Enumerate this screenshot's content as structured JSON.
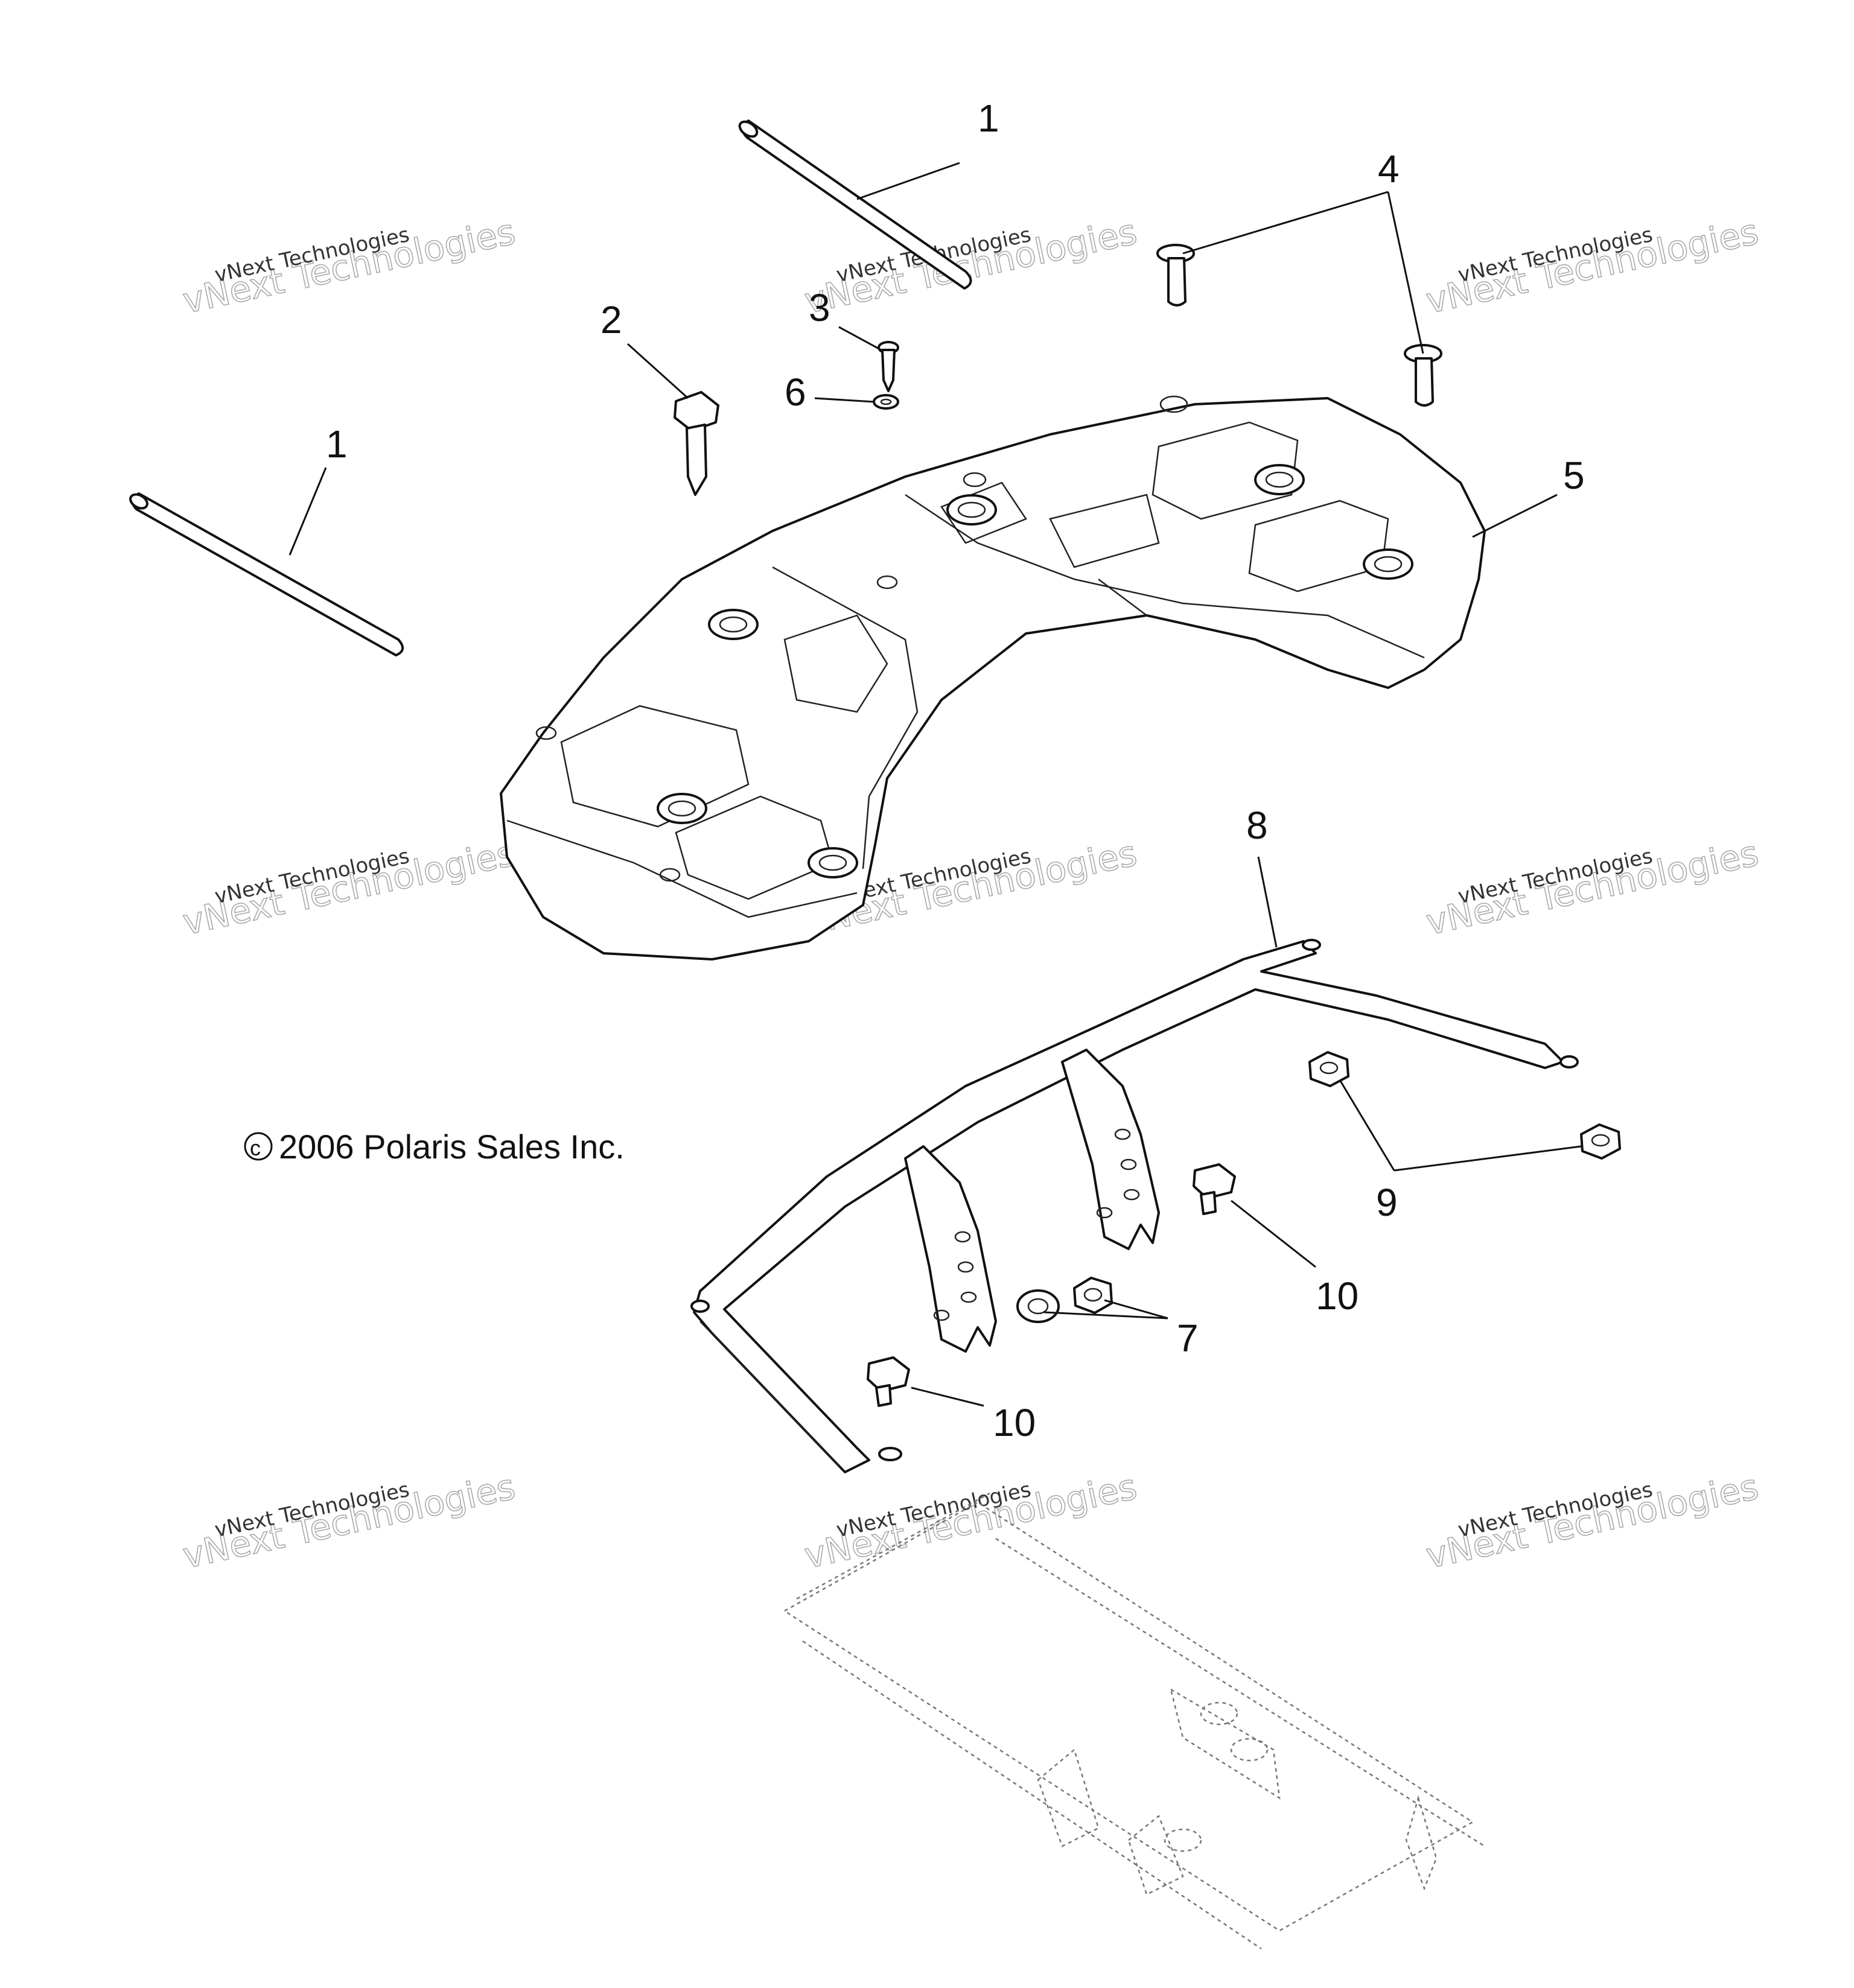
{
  "copyright": "2006 Polaris Sales Inc.",
  "copyright_symbol": "c",
  "watermark": {
    "line1": "vNext Technologies",
    "line2": "vNext Technologies"
  },
  "callouts": {
    "c1a": "1",
    "c1b": "1",
    "c2": "2",
    "c3": "3",
    "c4": "4",
    "c5": "5",
    "c6": "6",
    "c7": "7",
    "c8": "8",
    "c9": "9",
    "c10a": "10",
    "c10b": "10"
  }
}
